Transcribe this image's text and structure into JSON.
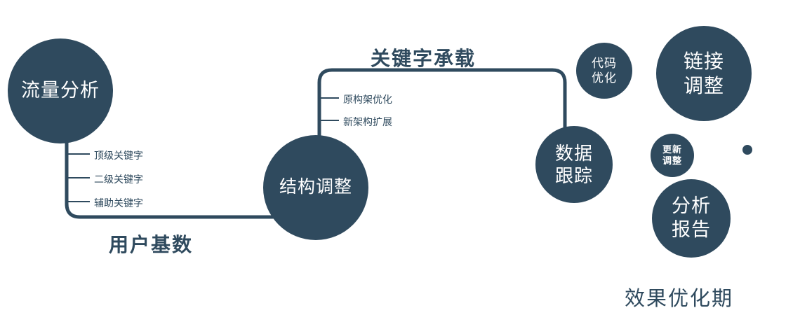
{
  "diagram": {
    "nodes": {
      "traffic": {
        "label": "流量分析"
      },
      "structure": {
        "label": "结构调整"
      },
      "tracking": {
        "line1": "数据",
        "line2": "跟踪"
      },
      "code": {
        "line1": "代码",
        "line2": "优化"
      },
      "link": {
        "line1": "链接",
        "line2": "调整"
      },
      "update": {
        "line1": "更新",
        "line2": "调整"
      },
      "report": {
        "line1": "分析",
        "line2": "报告"
      }
    },
    "branches": {
      "traffic": [
        "顶级关键字",
        "二级关键字",
        "辅助关键字"
      ],
      "structure": [
        "原构架优化",
        "新架构扩展"
      ]
    },
    "edge_labels": {
      "user_base": "用户基数",
      "keyword_bearing": "关键字承载"
    },
    "caption": "效果优化期",
    "colors": {
      "node_fill": "#2f4a5e",
      "line": "#2f4a5e",
      "text_on_dark": "#ffffff",
      "background": "#ffffff"
    }
  }
}
